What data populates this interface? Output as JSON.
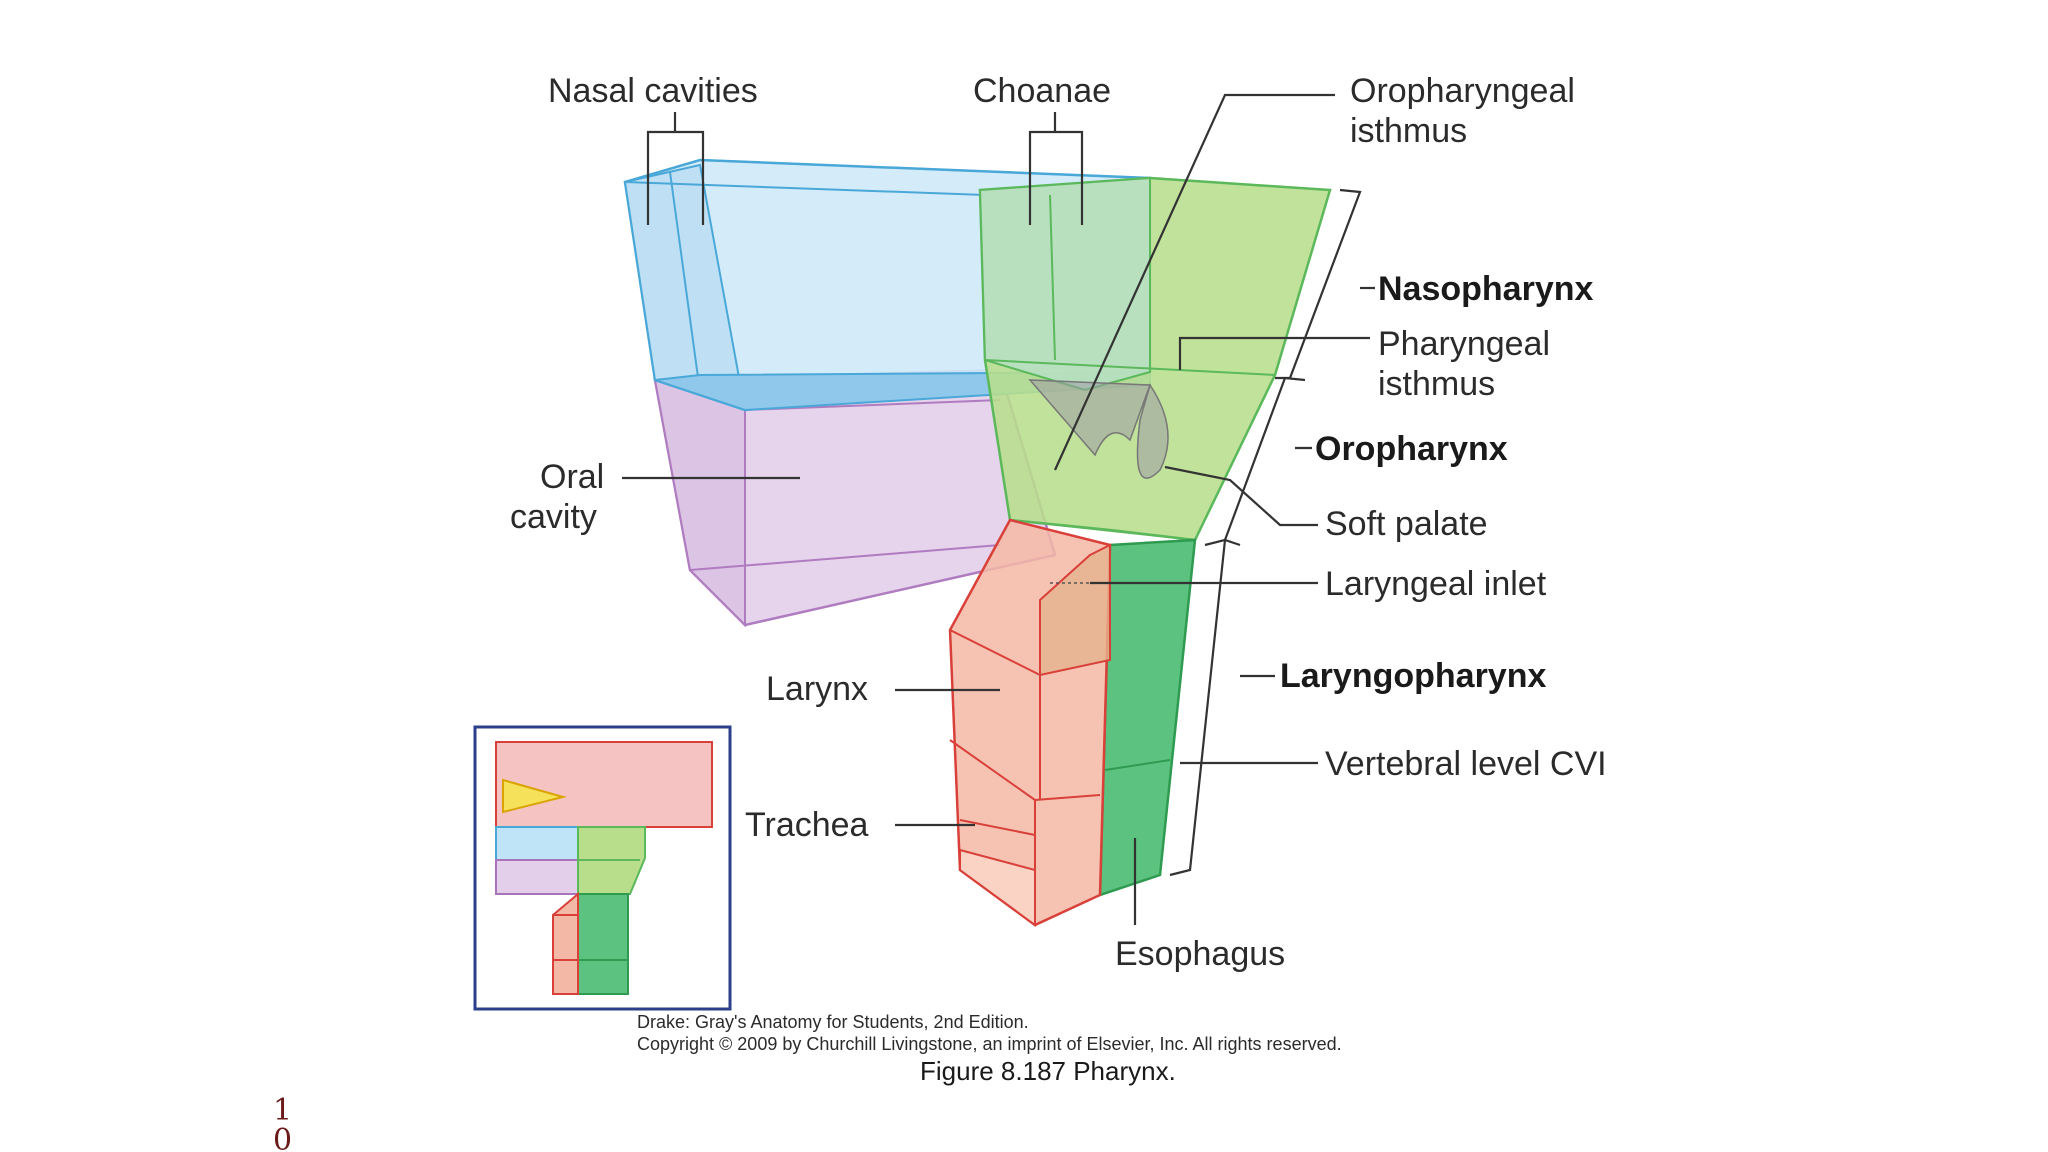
{
  "labels": {
    "nasal_cavities": "Nasal cavities",
    "choanae": "Choanae",
    "oropharyngeal_isthmus_1": "Oropharyngeal",
    "oropharyngeal_isthmus_2": "isthmus",
    "nasopharynx": "Nasopharynx",
    "pharyngeal_isthmus_1": "Pharyngeal",
    "pharyngeal_isthmus_2": "isthmus",
    "oropharynx": "Oropharynx",
    "soft_palate": "Soft palate",
    "laryngeal_inlet": "Laryngeal inlet",
    "laryngopharynx": "Laryngopharynx",
    "vertebral_level": "Vertebral level CVI",
    "oral_cavity_1": "Oral",
    "oral_cavity_2": "cavity",
    "larynx": "Larynx",
    "trachea": "Trachea",
    "esophagus": "Esophagus"
  },
  "credits": {
    "line1": "Drake: Gray's Anatomy for Students, 2nd Edition.",
    "line2": "Copyright © 2009 by Churchill Livingstone, an imprint of Elsevier, Inc. All rights reserved.",
    "figure": "Figure 8.187 Pharynx."
  },
  "page_number": {
    "line1": "1",
    "line2": "0"
  },
  "colors": {
    "nasal_blue": "#bfe3f7",
    "nasal_blue_edge": "#4aa8d8",
    "oral_purple": "#e3cfe9",
    "oral_purple_edge": "#a873b8",
    "pharynx_green": "#b7dd8a",
    "pharynx_green_edge": "#5bb85b",
    "larynx_red": "#f3b0a0",
    "larynx_red_edge": "#d9403a",
    "esophagus_green": "#5cc27f",
    "inset_frame": "#2b3f8a"
  }
}
